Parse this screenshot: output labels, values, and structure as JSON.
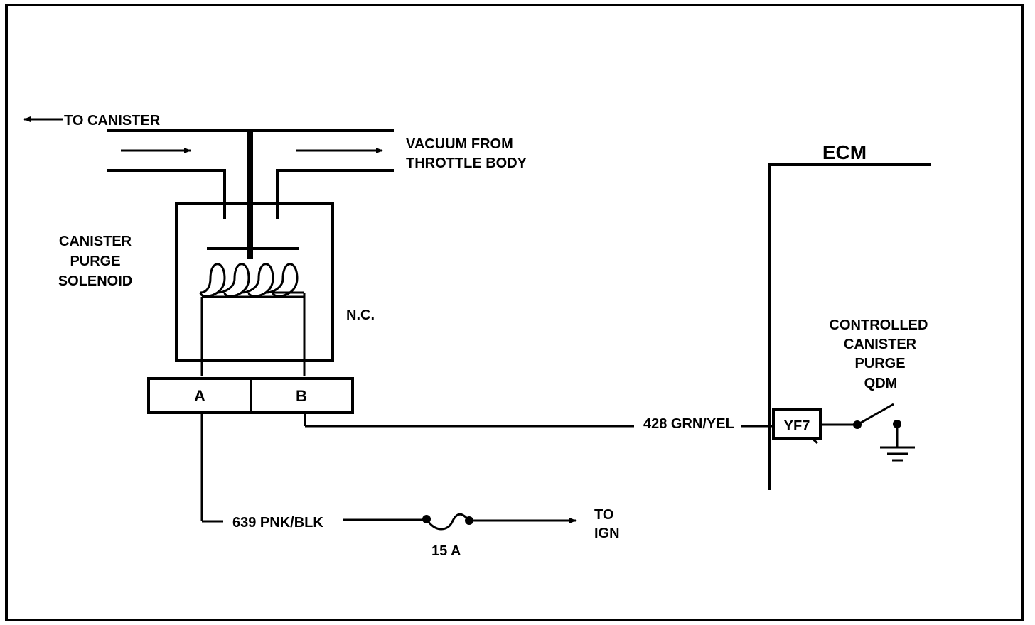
{
  "labels": {
    "to_canister": "TO CANISTER",
    "vacuum_line1": "VACUUM FROM",
    "vacuum_line2": "THROTTLE BODY",
    "solenoid_line1": "CANISTER",
    "solenoid_line2": "PURGE",
    "solenoid_line3": "SOLENOID",
    "normally_closed": "N.C.",
    "ecm": "ECM",
    "qdm_line1": "CONTROLLED",
    "qdm_line2": "CANISTER",
    "qdm_line3": "PURGE",
    "qdm_line4": "QDM",
    "pin_a": "A",
    "pin_b": "B",
    "ecm_pin": "YF7",
    "wire_b": "428 GRN/YEL",
    "wire_a": "639 PNK/BLK",
    "fuse": "15 A",
    "to_ign_line1": "TO",
    "to_ign_line2": "IGN"
  }
}
